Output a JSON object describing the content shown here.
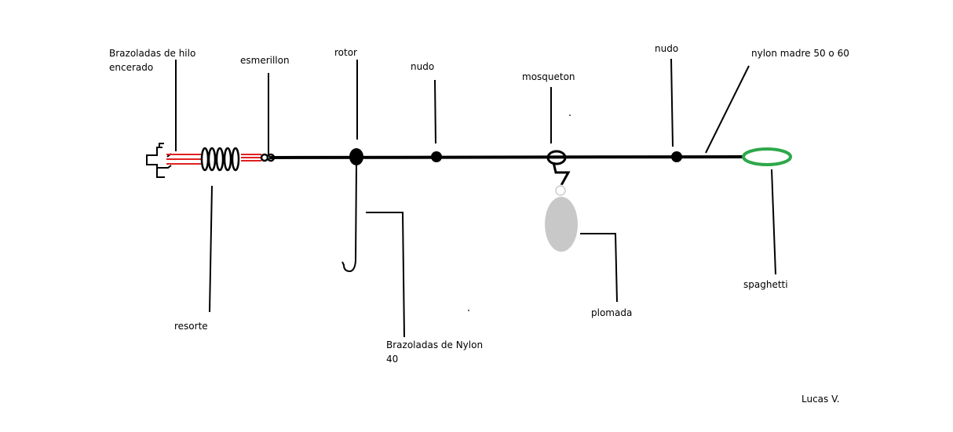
{
  "labels": {
    "brazoladas_hilo_line1": "Brazoladas de hilo",
    "brazoladas_hilo_line2": "encerado",
    "esmerillon": "esmerillon",
    "rotor": "rotor",
    "nudo_1": "nudo",
    "mosqueton": "mosqueton",
    "nudo_2": "nudo",
    "nylon_madre": "nylon madre 50 o 60",
    "resorte": "resorte",
    "brazoladas_nylon_line1": "Brazoladas de Nylon",
    "brazoladas_nylon_line2": "40",
    "plomada": "plomada",
    "spaghetti": "spaghetti",
    "author": "Lucas V."
  },
  "colors": {
    "line": "#000000",
    "hilo_encerado": "#e02020",
    "plomada": "#c8c8c8",
    "spaghetti": "#2ea84a"
  }
}
